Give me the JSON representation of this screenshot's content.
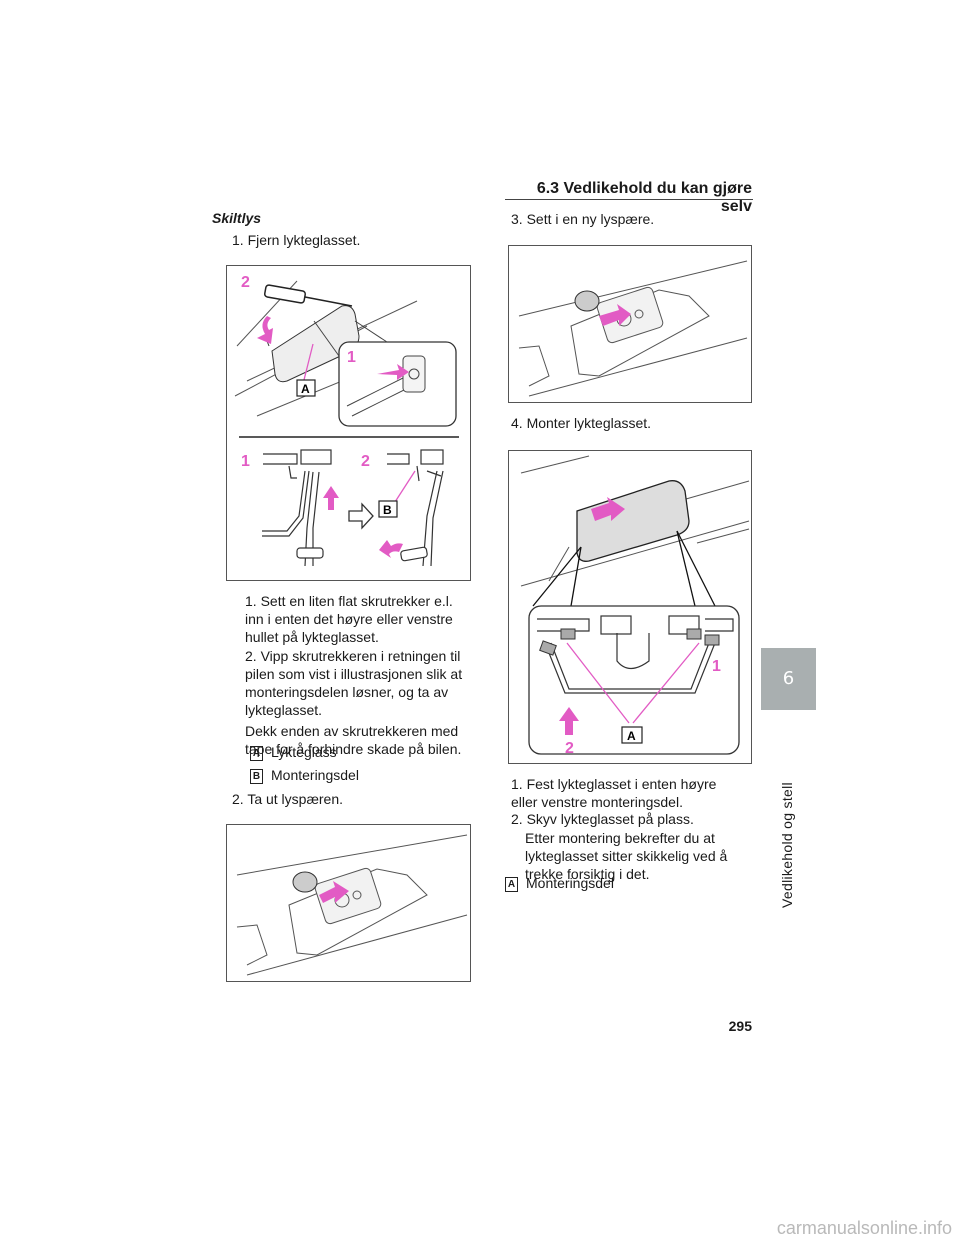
{
  "header": {
    "section_title": "6.3 Vedlikehold du kan gjøre selv",
    "chapter_number": "6",
    "chapter_label": "Vedlikehold og stell"
  },
  "left_column": {
    "title": "Skiltlys",
    "step1": "1. Fjern lykteglasset.",
    "figure1_labels": {
      "n1": "1",
      "n2": "2",
      "a": "A",
      "b": "B"
    },
    "sub1": "1. Sett en liten flat skrutrekker e.l. inn i enten det høyre eller venstre hullet på lykteglasset.",
    "sub2": "2. Vipp skrutrekkeren i retningen til pilen som vist i illustrasjonen slik at monteringsdelen løsner, og ta av lykteglasset.",
    "sub2_note": "Dekk enden av skrutrekkeren med tape for å forhindre skade på bilen.",
    "legend": [
      {
        "badge": "A",
        "text": "Lykteglass"
      },
      {
        "badge": "B",
        "text": "Monteringsdel"
      }
    ],
    "step2": "2. Ta ut lyspæren."
  },
  "right_column": {
    "step3": "3. Sett i en ny lyspære.",
    "step4": "4. Monter lykteglasset.",
    "figure4_labels": {
      "n1": "1",
      "n2": "2",
      "a": "A"
    },
    "sub1": "1. Fest lykteglasset i enten høyre eller venstre monteringsdel.",
    "sub2": "2. Skyv lykteglasset på plass.",
    "sub2_note": "Etter montering bekrefter du at lykteglasset sitter skikkelig ved å trekke forsiktig i det.",
    "legend": [
      {
        "badge": "A",
        "text": "Monteringsdel"
      }
    ]
  },
  "footer": {
    "page_number": "295",
    "watermark": "carmanualsonline.info"
  },
  "colors": {
    "accent_pink": "#e25bc4",
    "tab_gray": "#a9afb0"
  }
}
